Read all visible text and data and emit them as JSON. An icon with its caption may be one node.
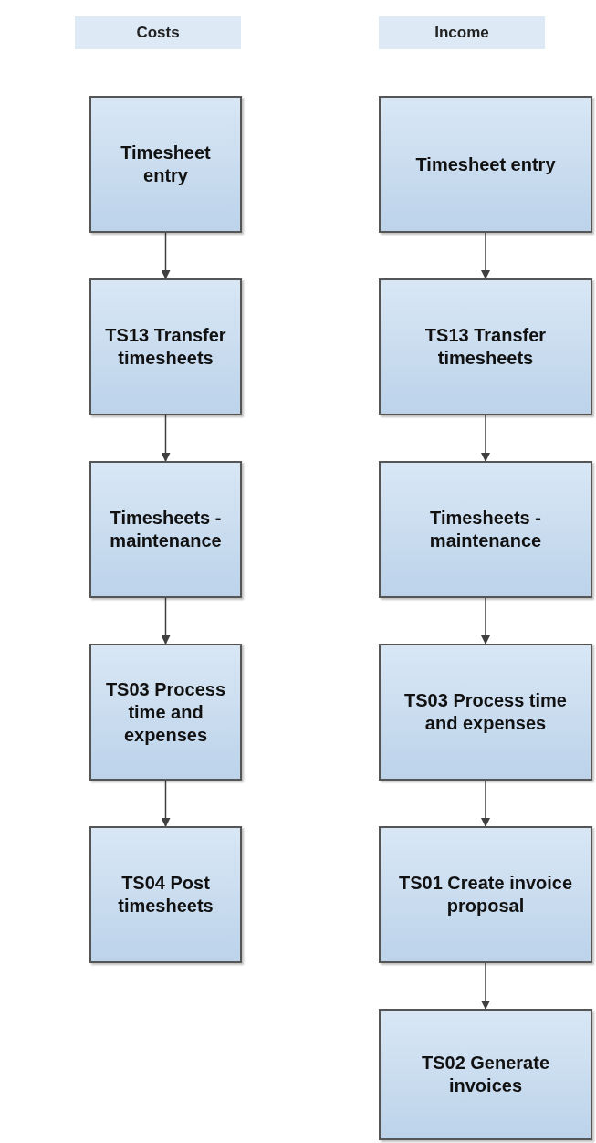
{
  "diagram": {
    "nodes": [
      {
        "text": [
          "Costs"
        ]
      },
      {
        "text": [
          "Income"
        ]
      },
      {
        "text": [
          "Timesheet entry"
        ]
      },
      {
        "text": [
          "TS13 Transfer timesheets"
        ]
      },
      {
        "text": [
          "Timesheets - maintenance"
        ]
      },
      {
        "text": [
          "TS03 Process time and expenses"
        ]
      },
      {
        "text": [
          "TS04 Post timesheets"
        ]
      },
      {
        "text": [
          "Timesheet entry"
        ]
      },
      {
        "text": [
          "TS13 Transfer timesheets"
        ]
      },
      {
        "text": [
          "Timesheets - maintenance"
        ]
      },
      {
        "text": [
          "TS03 Process time and expenses"
        ]
      },
      {
        "text": [
          "TS01 Create invoice proposal"
        ]
      },
      {
        "text": [
          "TS02 Generate invoices"
        ]
      }
    ],
    "edges": [
      {
        "from": 2,
        "to": 3,
        "arrow": "to"
      },
      {
        "from": 3,
        "to": 4,
        "arrow": "to"
      },
      {
        "from": 4,
        "to": 5,
        "arrow": "to"
      },
      {
        "from": 5,
        "to": 6,
        "arrow": "to"
      },
      {
        "from": 7,
        "to": 8,
        "arrow": "to"
      },
      {
        "from": 8,
        "to": 9,
        "arrow": "to"
      },
      {
        "from": 9,
        "to": 10,
        "arrow": "to"
      },
      {
        "from": 10,
        "to": 11,
        "arrow": "to"
      },
      {
        "from": 11,
        "to": 12,
        "arrow": "to"
      }
    ]
  }
}
